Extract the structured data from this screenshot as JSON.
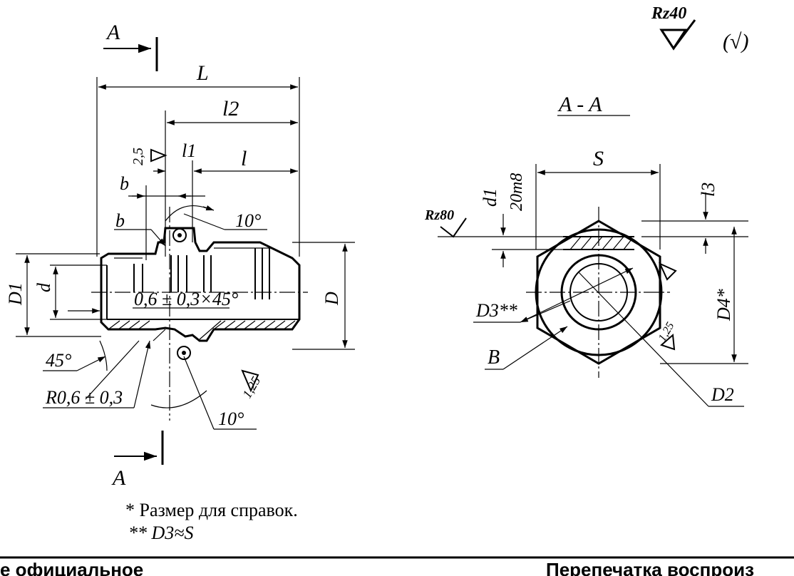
{
  "section_marks": {
    "top": "A",
    "bottom": "A"
  },
  "roughness": {
    "general": "Rz40",
    "general_paren": "(√)",
    "face": "Rz80",
    "thread_small": "2,5",
    "thread_1": "1,25",
    "thread_2": "1,25"
  },
  "side_view": {
    "L": "L",
    "l2": "l2",
    "l1": "l1",
    "l": "l",
    "b": "b",
    "b_callout": "b",
    "D1": "D1",
    "d": "d",
    "D": "D",
    "chamfer": "0,6 ± 0,3×45°",
    "angle_top": "10°",
    "angle_bottom": "10°",
    "angle_45": "45°",
    "radius": "R0,6 ± 0,3"
  },
  "section_view": {
    "title": "A - A",
    "S": "S",
    "d1": "d1",
    "tolerance": "20т8",
    "l3": "l3",
    "D4": "D4*",
    "D3": "D3**",
    "B": "B",
    "D2": "D2"
  },
  "notes": {
    "note1": "* Размер для справок.",
    "note2": "** D3≈S"
  },
  "footer": {
    "left": "е  официальное",
    "right": "Перепечатка  воспроиз"
  }
}
